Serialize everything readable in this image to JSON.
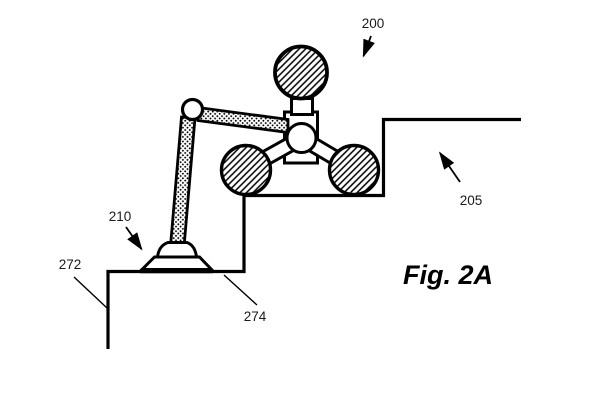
{
  "figure": {
    "caption": "Fig. 2A",
    "labels": {
      "robot": "200",
      "upper_step": "205",
      "arm_foot": "210",
      "lower_riser": "272",
      "lower_step_edge": "274"
    },
    "colors": {
      "ink": "#000000",
      "paper": "#ffffff"
    }
  }
}
